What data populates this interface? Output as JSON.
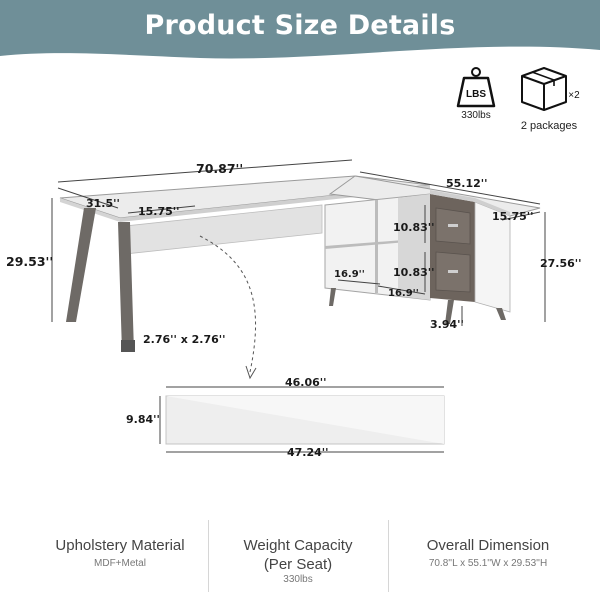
{
  "header": {
    "title": "Product Size Details",
    "band_color": "#6f8f98"
  },
  "badges": {
    "weight": {
      "icon": "weight-icon",
      "icon_text": "LBS",
      "label": "330lbs"
    },
    "package": {
      "icon": "package-box-icon",
      "icon_text": "×2",
      "label": "2 packages"
    }
  },
  "dimensions": {
    "desk_length": "70.87''",
    "desk_depth": "31.5''",
    "modesty_panel_offset": "15.75''",
    "desk_height": "29.53''",
    "leg_size": "2.76'' x 2.76''",
    "return_length": "55.12''",
    "return_depth": "15.75''",
    "return_height": "27.56''",
    "shelf_height_top": "10.83''",
    "shelf_height_bottom": "10.83''",
    "shelf_width_left": "16.9''",
    "shelf_width_right": "16.9''",
    "foot_height": "3.94''",
    "panel_top_length": "46.06''",
    "panel_height": "9.84''",
    "panel_bottom_length": "47.24''"
  },
  "specs": [
    {
      "title": "Upholstery Material",
      "value": "MDF+Metal"
    },
    {
      "title": "Weight Capacity\n(Per Seat)",
      "value": "330lbs"
    },
    {
      "title": "Overall Dimension",
      "value": "70.8''L x 55.1''W x 29.53''H"
    }
  ]
}
